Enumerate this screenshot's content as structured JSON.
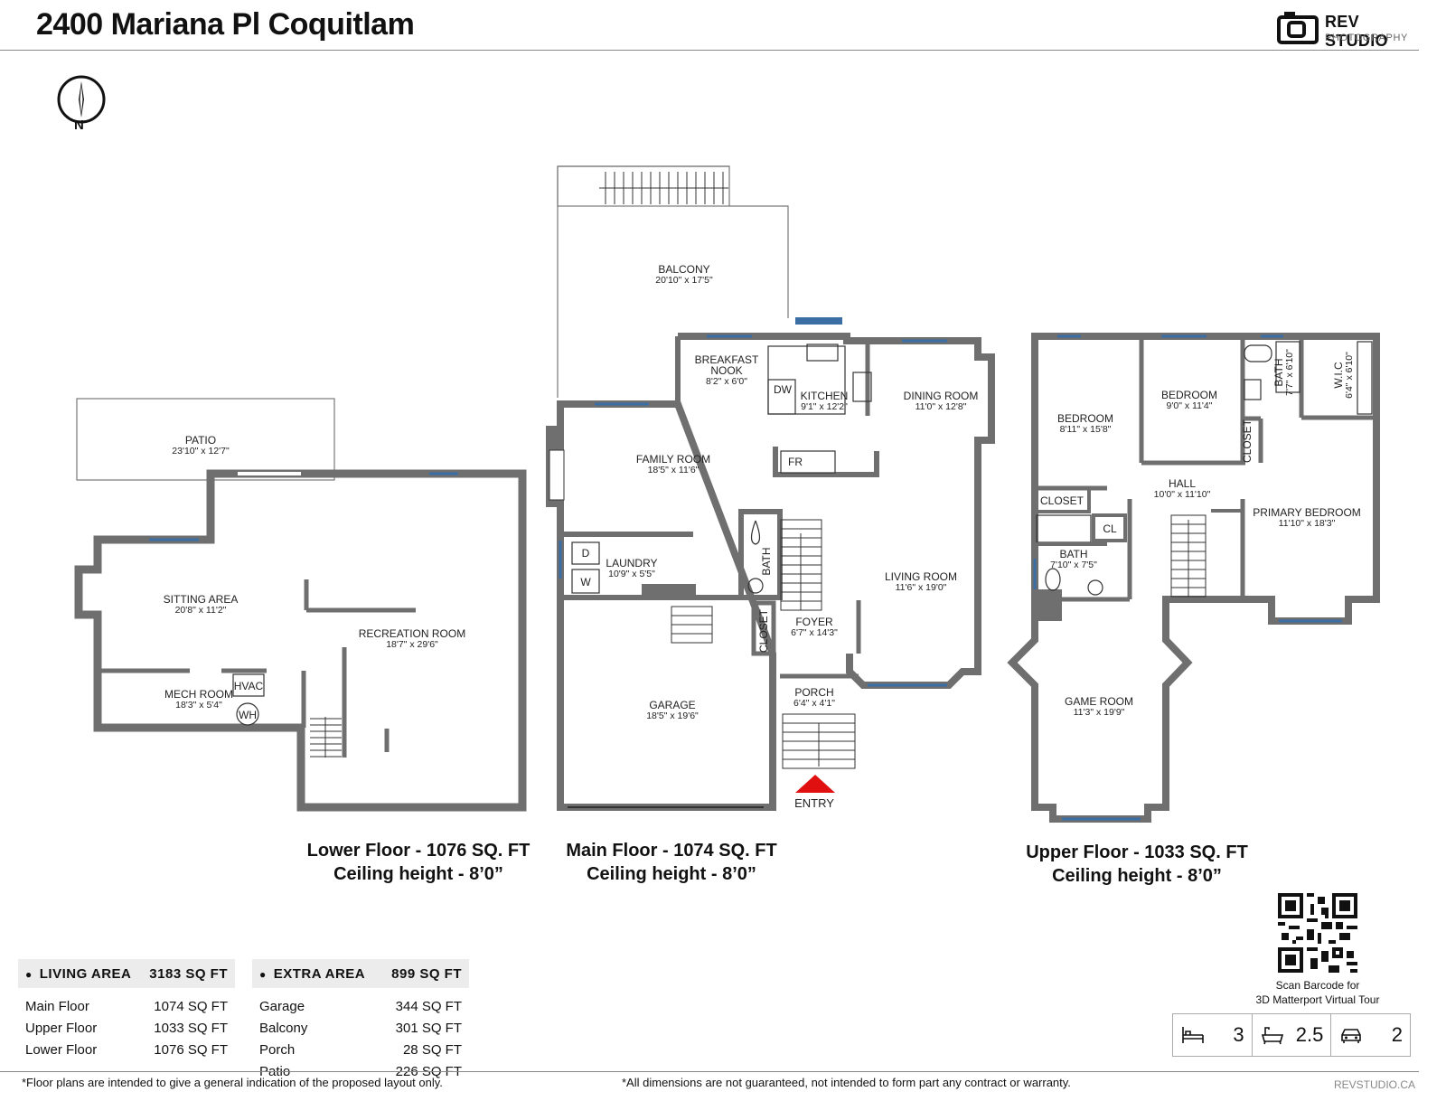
{
  "header": {
    "title": "2400 Mariana Pl Coquitlam"
  },
  "logo": {
    "line1": "REV STUDIO",
    "line2": "PHOTOGRAPHY"
  },
  "compass": {
    "label": "N"
  },
  "rooms": {
    "balcony": {
      "name": "BALCONY",
      "dims": "20'10\" x 17'5\""
    },
    "breakfast": {
      "name1": "BREAKFAST",
      "name2": "NOOK",
      "dims": "8'2\" x 6'0\""
    },
    "kitchen": {
      "name": "KITCHEN",
      "dims": "9'1\" x 12'2\""
    },
    "dw": "DW",
    "dining": {
      "name": "DINING ROOM",
      "dims": "11'0\" x 12'8\""
    },
    "family": {
      "name": "FAMILY ROOM",
      "dims": "18'5\" x 11'6\""
    },
    "fr": "FR",
    "laundry": {
      "name": "LAUNDRY",
      "dims": "10'9\" x 5'5\""
    },
    "dryer": "D",
    "washer": "W",
    "main_bath": "BATH",
    "living": {
      "name": "LIVING ROOM",
      "dims": "11'6\" x 19'0\""
    },
    "foyer": {
      "name": "FOYER",
      "dims": "6'7\" x 14'3\""
    },
    "main_closet": "CLOSET",
    "garage": {
      "name": "GARAGE",
      "dims": "18'5\" x 19'6\""
    },
    "porch": {
      "name": "PORCH",
      "dims": "6'4\" x 4'1\""
    },
    "entry": "ENTRY",
    "patio": {
      "name": "PATIO",
      "dims": "23'10\" x 12'7\""
    },
    "sitting": {
      "name": "SITTING AREA",
      "dims": "20'8\" x 11'2\""
    },
    "recreation": {
      "name": "RECREATION ROOM",
      "dims": "18'7\" x 29'6\""
    },
    "mech": {
      "name": "MECH ROOM",
      "dims": "18'3\" x 5'4\""
    },
    "hvac": "HVAC",
    "wh": "WH",
    "bedroom1": {
      "name": "BEDROOM",
      "dims": "8'11\" x 15'8\""
    },
    "bedroom2": {
      "name": "BEDROOM",
      "dims": "9'0\" x 11'4\""
    },
    "upper_bath_small": {
      "name": "BATH",
      "dims": "7'7\" x 6'10\""
    },
    "wic": {
      "name": "W.I.C",
      "dims": "6'4\" x 6'10\""
    },
    "upper_closet_side": "CLOSET",
    "upper_closet": "CLOSET",
    "cl": "CL",
    "hall": {
      "name": "HALL",
      "dims": "10'0\" x 11'10\""
    },
    "primary": {
      "name": "PRIMARY BEDROOM",
      "dims": "11'10\" x 18'3\""
    },
    "upper_bath": {
      "name": "BATH",
      "dims": "7'10\" x 7'5\""
    },
    "game": {
      "name": "GAME ROOM",
      "dims": "11'3\" x 19'9\""
    }
  },
  "floors": {
    "lower": {
      "line1": "Lower Floor - 1076 SQ. FT",
      "line2": "Ceiling height - 8’0”"
    },
    "main": {
      "line1": "Main Floor - 1074 SQ. FT",
      "line2": "Ceiling height - 8’0”"
    },
    "upper": {
      "line1": "Upper Floor - 1033 SQ. FT",
      "line2": "Ceiling height - 8’0”"
    }
  },
  "living_area": {
    "label": "LIVING AREA",
    "total": "3183 SQ FT",
    "rows": [
      {
        "name": "Main Floor",
        "value": "1074 SQ FT"
      },
      {
        "name": "Upper Floor",
        "value": "1033 SQ FT"
      },
      {
        "name": "Lower Floor",
        "value": "1076 SQ FT"
      }
    ]
  },
  "extra_area": {
    "label": "EXTRA AREA",
    "total": "899 SQ FT",
    "rows": [
      {
        "name": "Garage",
        "value": "344 SQ FT"
      },
      {
        "name": "Balcony",
        "value": "301 SQ FT"
      },
      {
        "name": "Porch",
        "value": "28 SQ FT"
      },
      {
        "name": "Patio",
        "value": "226 SQ FT"
      }
    ]
  },
  "qr": {
    "line1": "Scan Barcode for",
    "line2": "3D Matterport Virtual Tour"
  },
  "stats": {
    "beds": "3",
    "baths": "2.5",
    "cars": "2",
    "icons": [
      "bed-icon",
      "bathtub-icon",
      "car-icon"
    ]
  },
  "footer": {
    "disclaimer1": "*Floor plans are intended to give a general indication of the proposed layout only.",
    "disclaimer2": "*All dimensions are not guaranteed, not intended to form part any contract or warranty.",
    "site": "REVSTUDIO.CA"
  },
  "colors": {
    "wall": "#6f6f6f",
    "window": "#3a6ea5",
    "entry_arrow": "#e01010"
  }
}
